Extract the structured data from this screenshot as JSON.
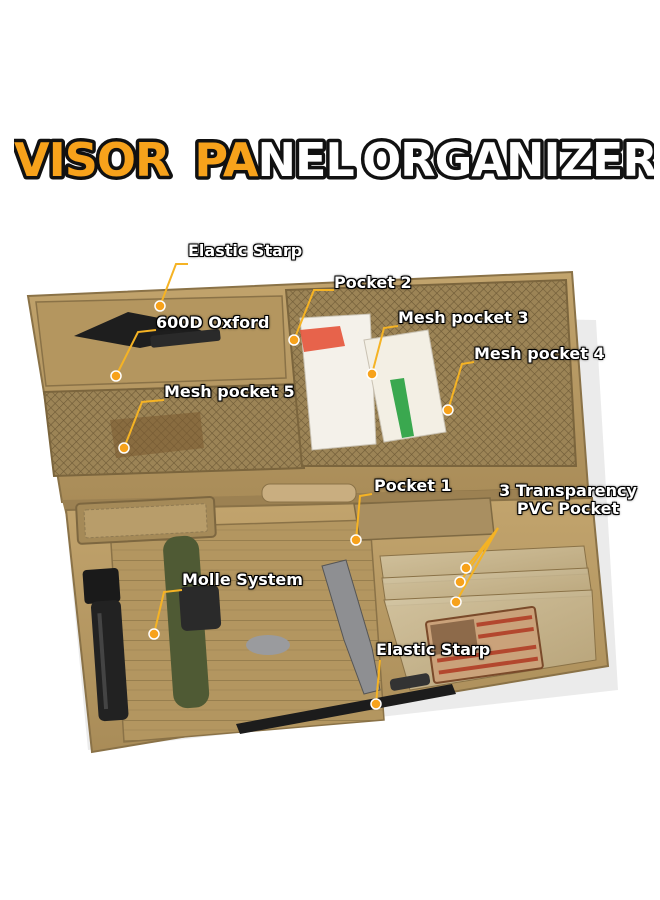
{
  "title": {
    "word1": "VISOR",
    "word2": "PANEL",
    "word3": "ORGANIZER"
  },
  "colors": {
    "title_accent": "#f7a21b",
    "title_main": "#ffffff",
    "outline": "#111111",
    "fabric": "#b79a65",
    "fabric_dark": "#8c744a",
    "leader": "#f5b324",
    "dot": "#f7a21b"
  },
  "callouts": {
    "elastic_strap_top": "Elastic Starp",
    "pocket_2": "Pocket 2",
    "oxford": "600D Oxford",
    "mesh_pocket_3": "Mesh pocket 3",
    "mesh_pocket_4": "Mesh pocket 4",
    "mesh_pocket_5": "Mesh pocket 5",
    "pocket_1": "Pocket 1",
    "pvc_line1": "3 Transparency",
    "pvc_line2": "PVC Pocket",
    "molle": "Molle System",
    "elastic_strap_bottom": "Elastic Starp"
  }
}
